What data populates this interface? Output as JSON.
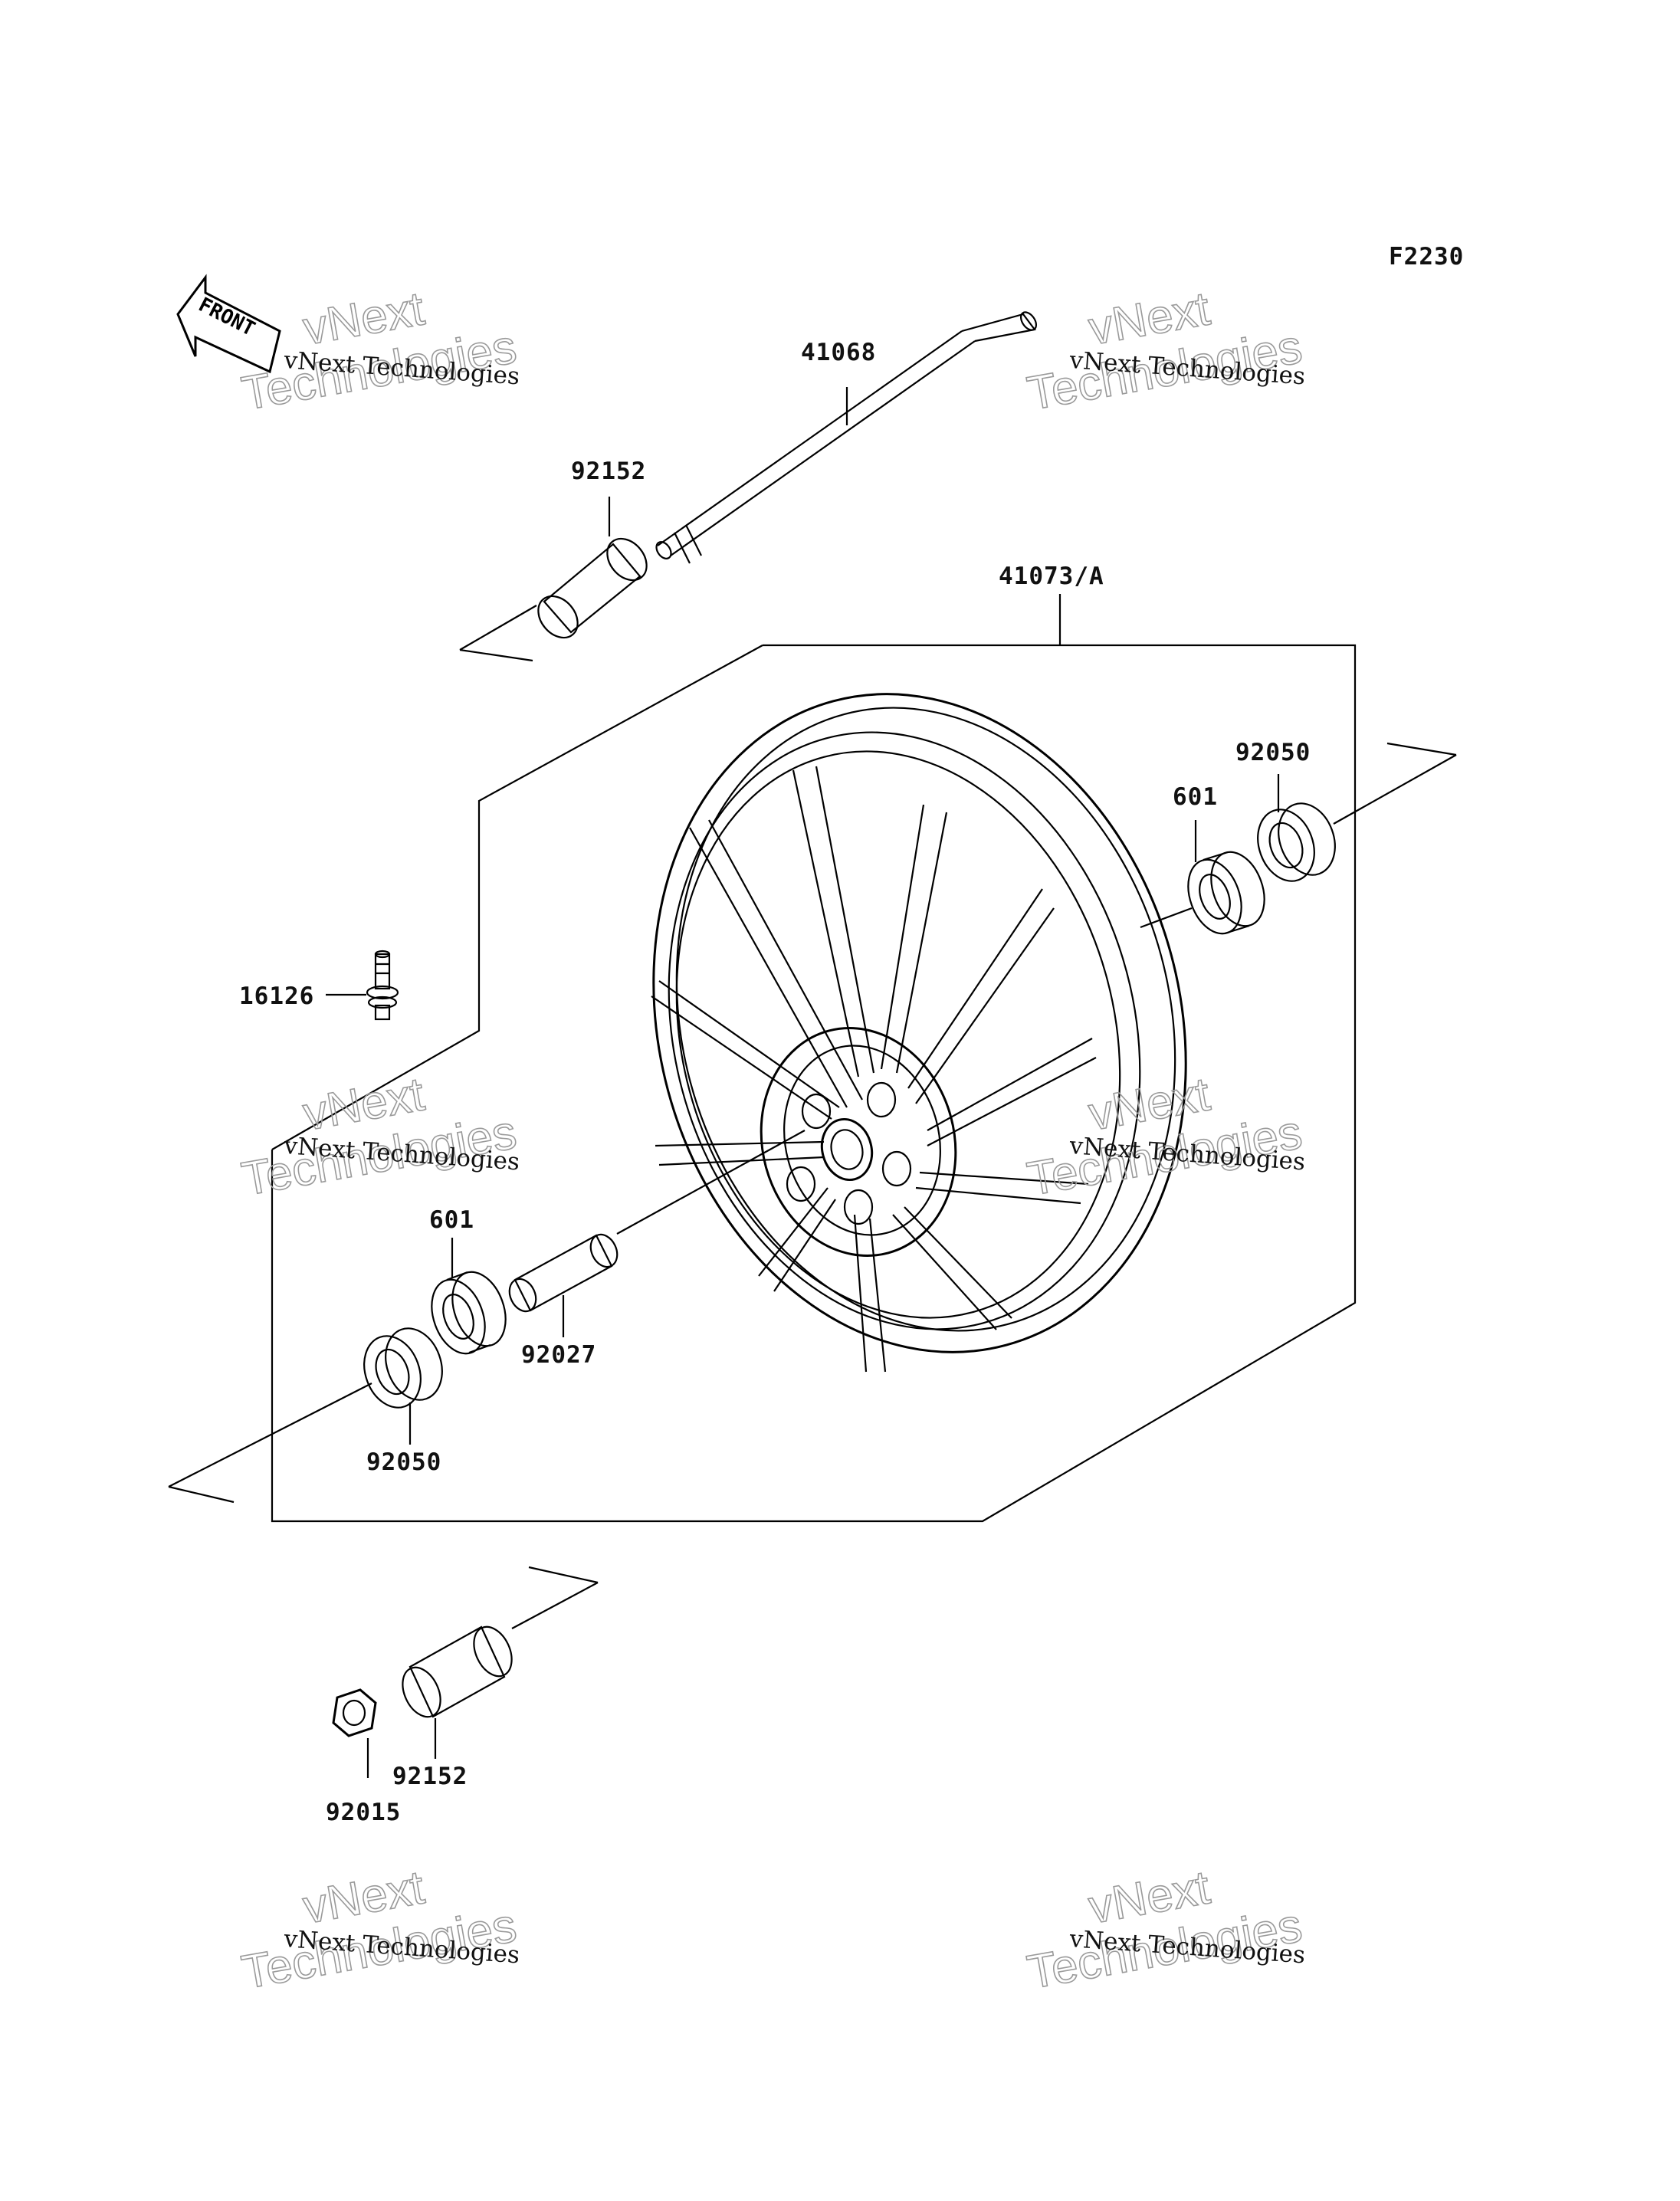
{
  "figure_code": "F2230",
  "front_label": "FRONT",
  "parts": {
    "axle": "41068",
    "collar_top": "92152",
    "wheel_assy": "41073/A",
    "seal_right": "92050",
    "bearing_right": "601",
    "valve": "16126",
    "bearing_left": "601",
    "spacer": "92027",
    "seal_left": "92050",
    "nut": "92015",
    "collar_bottom": "92152"
  },
  "watermark": {
    "company": "vNext Technologies",
    "big_word_1": "vNext",
    "big_word_2": "Technologies"
  },
  "colors": {
    "ink": "#000000",
    "watermark": "#9a9a9a"
  }
}
